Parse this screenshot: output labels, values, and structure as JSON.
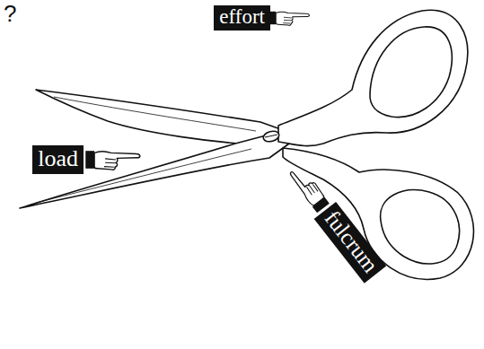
{
  "diagram": {
    "nodes": [
      {
        "text": [
          "effort"
        ]
      },
      {
        "text": [
          "load"
        ]
      },
      {
        "text": [
          "fulcrum"
        ]
      }
    ],
    "labels": [
      "?"
    ]
  }
}
